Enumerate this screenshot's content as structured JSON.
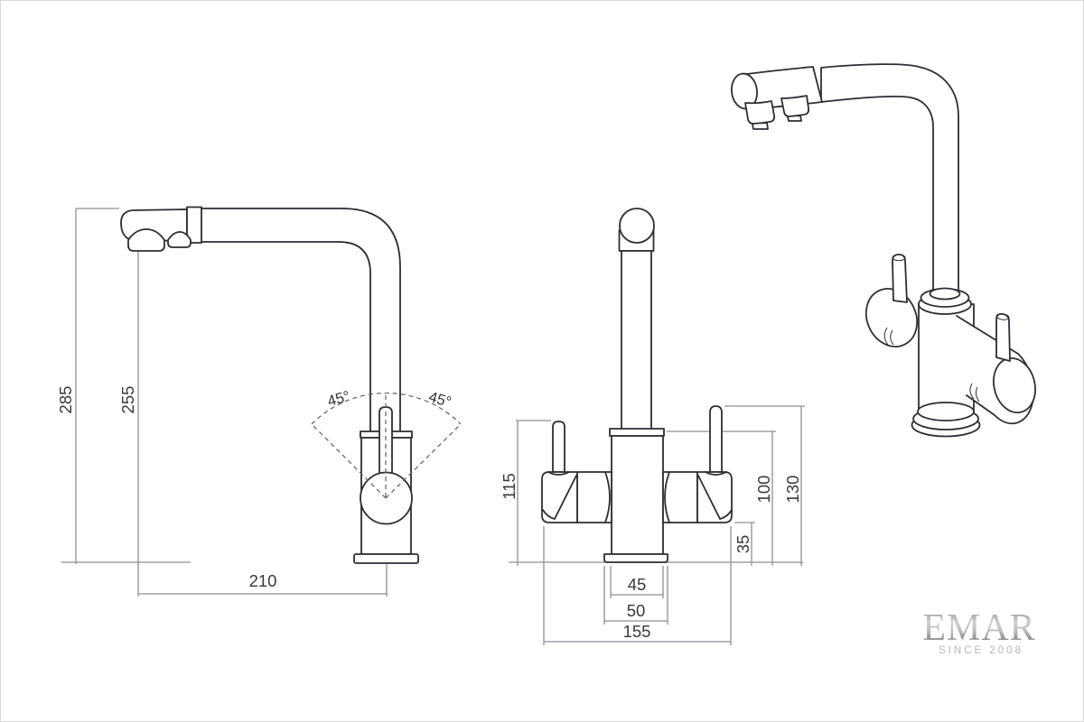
{
  "side_view": {
    "dims": {
      "total_height": "285",
      "spout_height": "255",
      "spout_reach": "210",
      "swivel_left": "45°",
      "swivel_right": "45°"
    }
  },
  "front_view": {
    "dims": {
      "left_handle_height": "115",
      "body_height": "100",
      "right_handle_height": "130",
      "valve_bottom_offset": "35",
      "column_width": "45",
      "base_width": "50",
      "overall_width": "155"
    }
  },
  "logo": {
    "brand": "EMAR",
    "tagline": "SINCE 2008"
  },
  "colors": {
    "outline": "#2d2d35",
    "dimension_line": "#8e8e96",
    "dimension_text": "#38383c",
    "dashed_line": "#5e5e66",
    "logo_gradient_top": "#8e8e8e",
    "logo_gradient_mid": "#cfcfcf",
    "logo_gradient_bottom": "#5c5c5c",
    "tagline_color": "#b5b5b5",
    "background": "#ffffff",
    "page_border": "#d9d9d9"
  }
}
